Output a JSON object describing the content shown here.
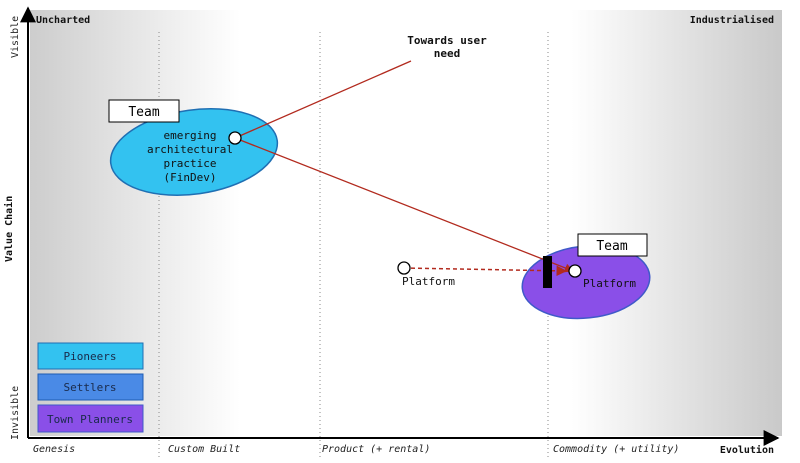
{
  "map": {
    "corner_left": "Uncharted",
    "corner_right": "Industrialised",
    "y_axis_label": "Value Chain",
    "y_axis_top": "Visible",
    "y_axis_bottom": "Invisible",
    "x_axis_label": "Evolution",
    "stages": [
      "Genesis",
      "Custom Built",
      "Product (+ rental)",
      "Commodity (+ utility)"
    ]
  },
  "annotation": {
    "line1": "Towards user",
    "line2": "need"
  },
  "teams": {
    "left": "Team",
    "right": "Team"
  },
  "nodes": {
    "practice_line1": "emerging",
    "practice_line2": "architectural",
    "practice_line3": "practice",
    "practice_line4": "(FinDev)",
    "platform_current": "Platform",
    "platform_future": "Platform"
  },
  "legend": {
    "pioneers": "Pioneers",
    "settlers": "Settlers",
    "town_planners": "Town Planners"
  },
  "colors": {
    "pioneers": "#33c2f0",
    "settlers": "#4a8ae6",
    "town_planners": "#8a4fe8",
    "link": "#b22a1e",
    "background_edge": "#cfcfcf"
  }
}
